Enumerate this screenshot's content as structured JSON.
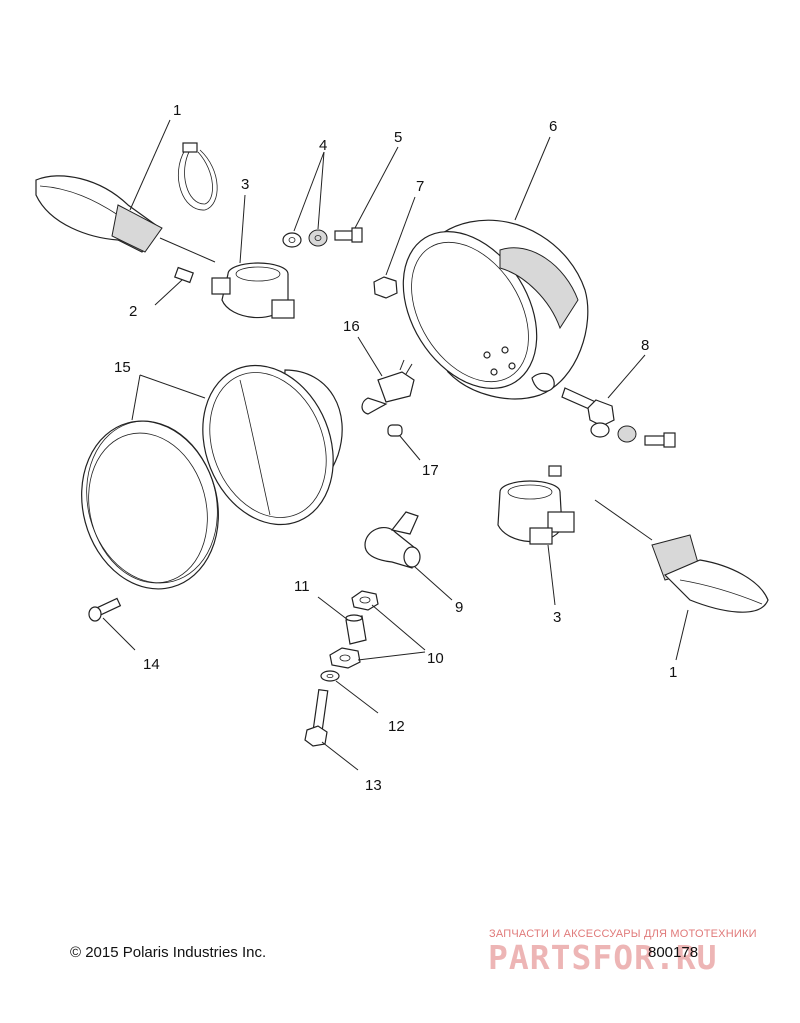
{
  "callouts": [
    {
      "id": "c1a",
      "label": "1"
    },
    {
      "id": "c2",
      "label": "2"
    },
    {
      "id": "c3a",
      "label": "3"
    },
    {
      "id": "c4",
      "label": "4"
    },
    {
      "id": "c5",
      "label": "5"
    },
    {
      "id": "c6",
      "label": "6"
    },
    {
      "id": "c7",
      "label": "7"
    },
    {
      "id": "c8",
      "label": "8"
    },
    {
      "id": "c9",
      "label": "9"
    },
    {
      "id": "c10",
      "label": "10"
    },
    {
      "id": "c11",
      "label": "11"
    },
    {
      "id": "c12",
      "label": "12"
    },
    {
      "id": "c13",
      "label": "13"
    },
    {
      "id": "c14",
      "label": "14"
    },
    {
      "id": "c15",
      "label": "15"
    },
    {
      "id": "c16",
      "label": "16"
    },
    {
      "id": "c17",
      "label": "17"
    },
    {
      "id": "c3b",
      "label": "3"
    },
    {
      "id": "c1b",
      "label": "1"
    }
  ],
  "footer": {
    "copyright": "© 2015 Polaris Industries Inc.",
    "figure_number": "800178"
  },
  "watermark": {
    "tagline": "ЗАПЧАСТИ И АКСЕССУАРЫ ДЛЯ МОТОТЕХНИКИ",
    "brand": "PARTSFOR.RU",
    "color": "#e07a7a"
  }
}
